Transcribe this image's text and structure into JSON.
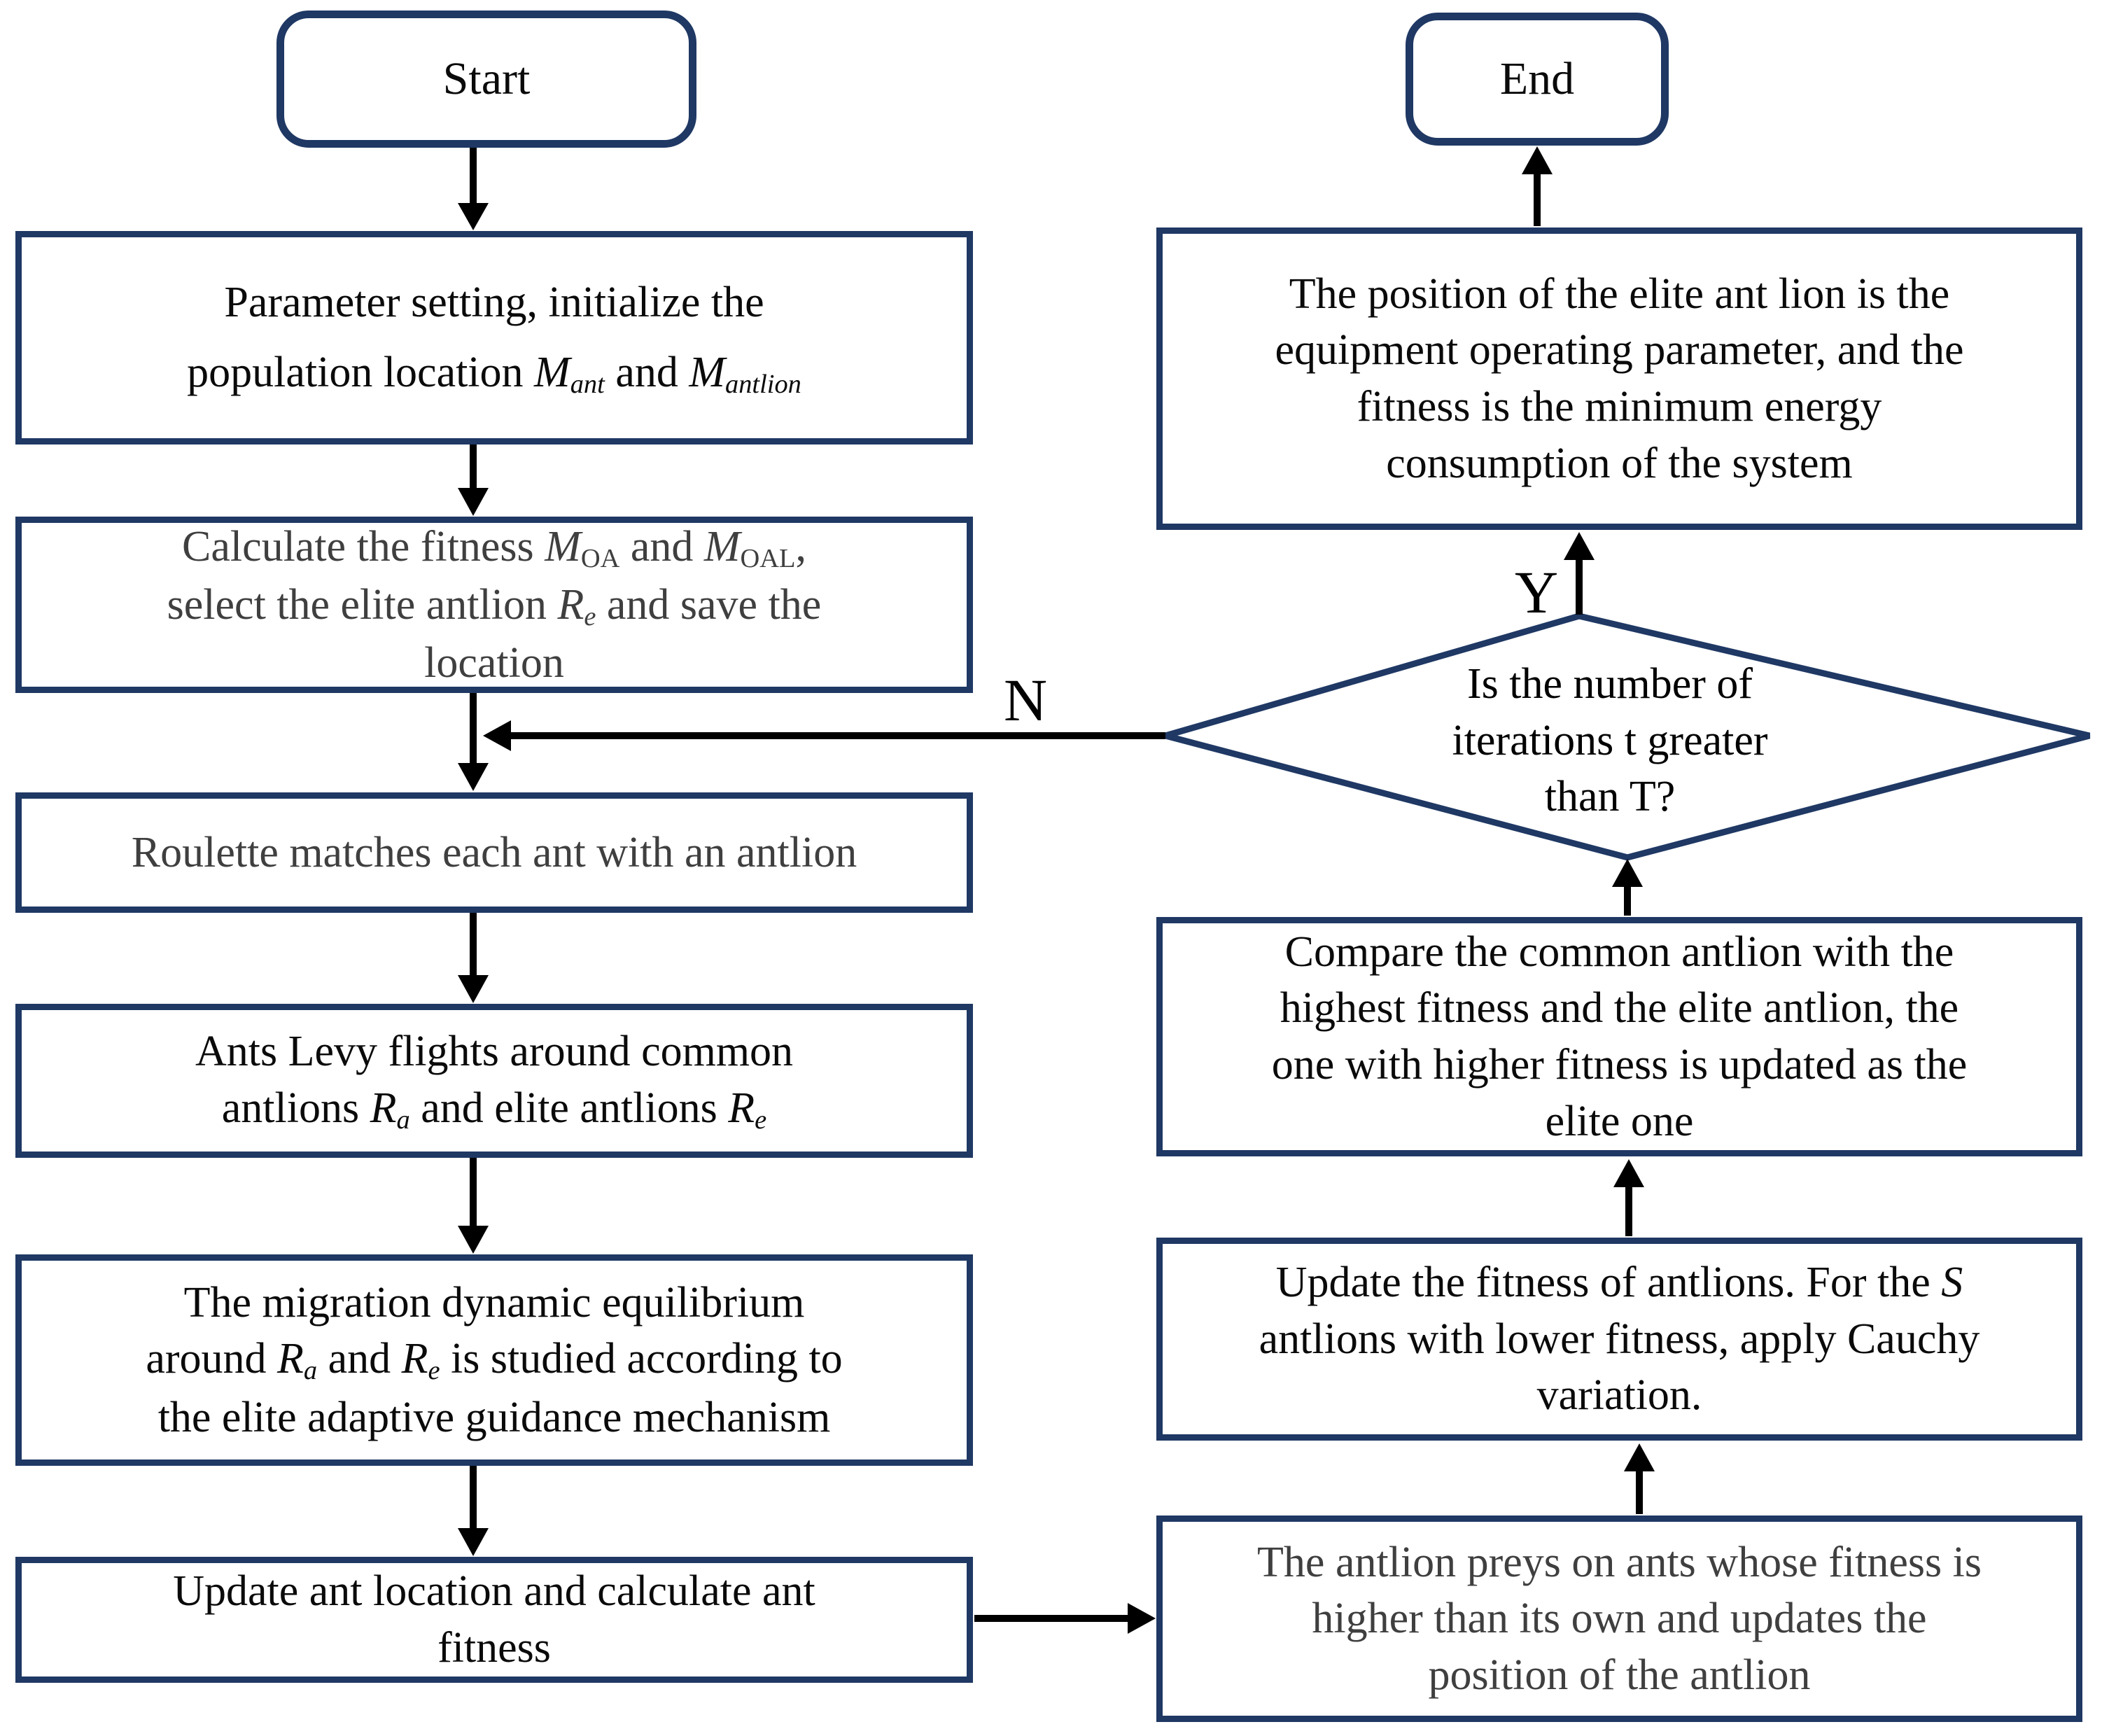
{
  "colors": {
    "box_border": "#1f3864",
    "arrow": "#000000",
    "text": "#0a0a0a",
    "muted_text": "#3f3f3f",
    "background": "#ffffff"
  },
  "labels": {
    "yes": "Y",
    "no": "N"
  },
  "nodes": {
    "start": {
      "label": "Start"
    },
    "end": {
      "label": "End"
    },
    "boxA": {
      "lines": [
        [
          {
            "t": "Parameter setting, initialize the"
          }
        ],
        [
          {
            "t": "population location "
          },
          {
            "t": "M",
            "s": "i"
          },
          {
            "t": "ant",
            "s": "si"
          },
          {
            "t": " and "
          },
          {
            "t": "M",
            "s": "i"
          },
          {
            "t": "antlion",
            "s": "si"
          }
        ]
      ]
    },
    "boxB": {
      "lines": [
        [
          {
            "t": "Calculate the fitness "
          },
          {
            "t": "M",
            "s": "i"
          },
          {
            "t": "OA",
            "s": "sub"
          },
          {
            "t": " and  "
          },
          {
            "t": "M",
            "s": "i"
          },
          {
            "t": "OAL",
            "s": "sub"
          },
          {
            "t": ","
          }
        ],
        [
          {
            "t": "select the elite antlion "
          },
          {
            "t": "R",
            "s": "i"
          },
          {
            "t": "e",
            "s": "si"
          },
          {
            "t": " and save the"
          }
        ],
        [
          {
            "t": "location"
          }
        ]
      ]
    },
    "boxC": {
      "lines": [
        [
          {
            "t": "Roulette matches each ant with an antlion"
          }
        ]
      ]
    },
    "boxD": {
      "lines": [
        [
          {
            "t": "Ants Levy flights around common"
          }
        ],
        [
          {
            "t": "antlions  "
          },
          {
            "t": "R",
            "s": "i"
          },
          {
            "t": "a",
            "s": "si"
          },
          {
            "t": " and elite antlions "
          },
          {
            "t": "R",
            "s": "i"
          },
          {
            "t": "e",
            "s": "si"
          }
        ]
      ]
    },
    "boxE": {
      "lines": [
        [
          {
            "t": "The migration dynamic equilibrium"
          }
        ],
        [
          {
            "t": "around "
          },
          {
            "t": "R",
            "s": "i"
          },
          {
            "t": "a",
            "s": "si"
          },
          {
            "t": " and "
          },
          {
            "t": "R",
            "s": "i"
          },
          {
            "t": "e",
            "s": "si"
          },
          {
            "t": " is studied according to"
          }
        ],
        [
          {
            "t": "the elite adaptive guidance mechanism"
          }
        ]
      ]
    },
    "boxF": {
      "lines": [
        [
          {
            "t": "Update ant location and calculate ant"
          }
        ],
        [
          {
            "t": "fitness"
          }
        ]
      ]
    },
    "boxG": {
      "lines": [
        [
          {
            "t": "The position of the elite ant lion is the"
          }
        ],
        [
          {
            "t": "equipment operating parameter, and the"
          }
        ],
        [
          {
            "t": "fitness is the minimum energy"
          }
        ],
        [
          {
            "t": "consumption of the system"
          }
        ]
      ]
    },
    "diamond": {
      "lines": [
        [
          {
            "t": "Is the number of"
          }
        ],
        [
          {
            "t": "iterations t greater"
          }
        ],
        [
          {
            "t": "than T?"
          }
        ]
      ]
    },
    "boxH": {
      "lines": [
        [
          {
            "t": "Compare the common antlion with the"
          }
        ],
        [
          {
            "t": "highest fitness and the elite antlion, the"
          }
        ],
        [
          {
            "t": "one with higher fitness is updated as the"
          }
        ],
        [
          {
            "t": "elite one"
          }
        ]
      ]
    },
    "boxI": {
      "lines": [
        [
          {
            "t": "Update the fitness of antlions. For the "
          },
          {
            "t": "S",
            "s": "i"
          }
        ],
        [
          {
            "t": "antlions with lower fitness, apply Cauchy"
          }
        ],
        [
          {
            "t": "variation."
          }
        ]
      ]
    },
    "boxJ": {
      "lines": [
        [
          {
            "t": "The antlion preys on ants whose fitness is"
          }
        ],
        [
          {
            "t": "higher than its own and updates the"
          }
        ],
        [
          {
            "t": "position of the antlion"
          }
        ]
      ]
    }
  },
  "edges": [
    {
      "from": "start",
      "to": "boxA"
    },
    {
      "from": "boxA",
      "to": "boxB"
    },
    {
      "from": "boxB",
      "to": "boxC"
    },
    {
      "from": "boxC",
      "to": "boxD"
    },
    {
      "from": "boxD",
      "to": "boxE"
    },
    {
      "from": "boxE",
      "to": "boxF"
    },
    {
      "from": "boxF",
      "to": "boxJ"
    },
    {
      "from": "boxJ",
      "to": "boxI"
    },
    {
      "from": "boxI",
      "to": "boxH"
    },
    {
      "from": "boxH",
      "to": "diamond"
    },
    {
      "from": "diamond",
      "to": "boxG",
      "label": "Y"
    },
    {
      "from": "diamond",
      "to": "boxC",
      "label": "N"
    },
    {
      "from": "boxG",
      "to": "end"
    }
  ]
}
